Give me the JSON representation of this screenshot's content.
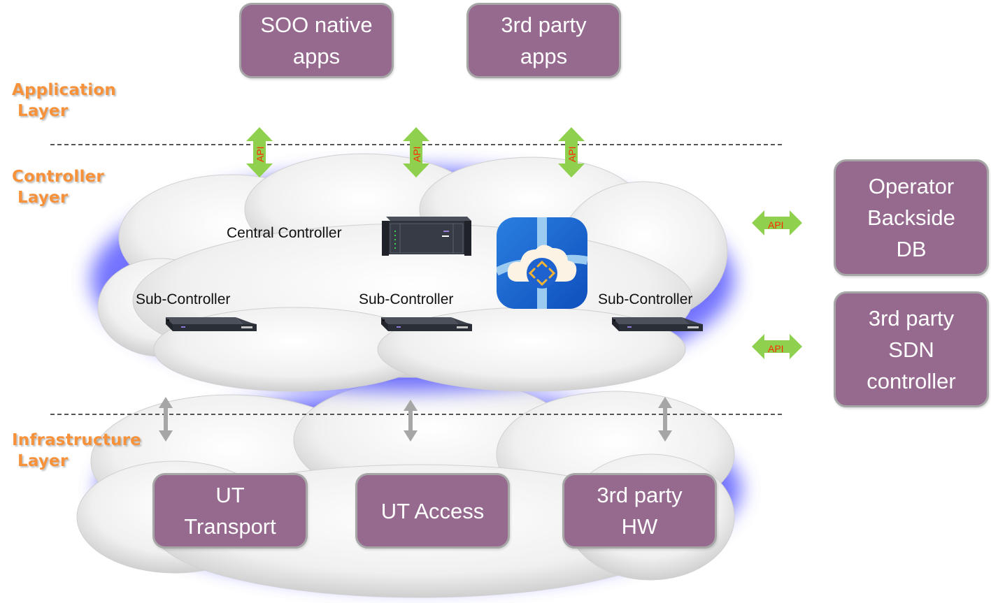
{
  "layers": [
    {
      "line1": "Application",
      "line2": "Layer"
    },
    {
      "line1": "Controller",
      "line2": "Layer"
    },
    {
      "line1": "Infrastructure",
      "line2": "Layer"
    }
  ],
  "application_boxes": [
    {
      "line1": "SOO native",
      "line2": "apps"
    },
    {
      "line1": "3rd party",
      "line2": "apps"
    }
  ],
  "controller": {
    "central_label": "Central Controller",
    "sub_labels": [
      "Sub-Controller",
      "Sub-Controller",
      "Sub-Controller"
    ]
  },
  "side_boxes": [
    {
      "line1": "Operator",
      "line2": "Backside",
      "line3": "DB"
    },
    {
      "line1": "3rd party",
      "line2": "SDN",
      "line3": "controller"
    }
  ],
  "infrastructure_boxes": [
    {
      "line1": "UT",
      "line2": "Transport"
    },
    {
      "line1": "UT Access",
      "line2": ""
    },
    {
      "line1": "3rd party",
      "line2": "HW"
    }
  ],
  "api_label": "API",
  "icons": {
    "central_device": "rack-server-icon",
    "sub_device": "network-switch-icon",
    "app_logo": "cloud-controller-app-icon"
  },
  "colors": {
    "layer_label": "#f7923a",
    "box_fill": "#96698f",
    "box_border": "#a6a6a6",
    "api_arrow": "#8fd14f",
    "api_text": "#ff2a00",
    "cloud_glow": "#4a4aff",
    "link_arrow": "#a6a6a6"
  }
}
